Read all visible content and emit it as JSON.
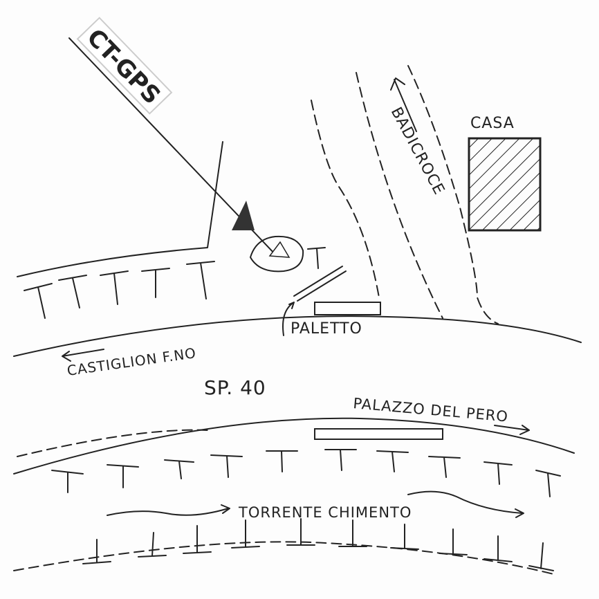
{
  "badge": {
    "label": "CT-GPS"
  },
  "labels": {
    "house": "CASA",
    "road_north": "BADICROCE",
    "post": "PALETTO",
    "direction_west": "CASTIGLION F.NO",
    "road_name": "SP. 40",
    "direction_east": "PALAZZO DEL PERO",
    "stream": "TORRENTE CHIMENTO"
  }
}
